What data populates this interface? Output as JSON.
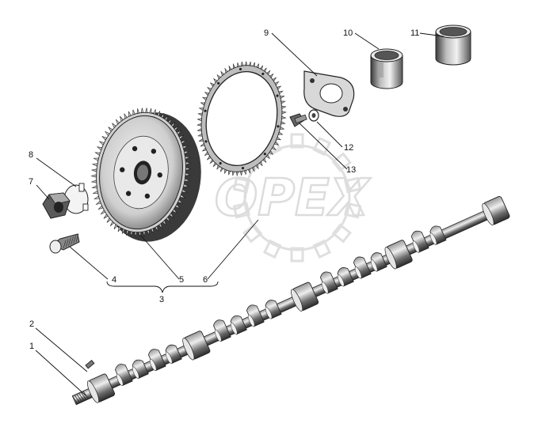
{
  "diagram": {
    "watermark": "OPEX",
    "callouts": [
      "1",
      "2",
      "3",
      "4",
      "5",
      "6",
      "7",
      "8",
      "9",
      "10",
      "11",
      "12",
      "13"
    ]
  }
}
